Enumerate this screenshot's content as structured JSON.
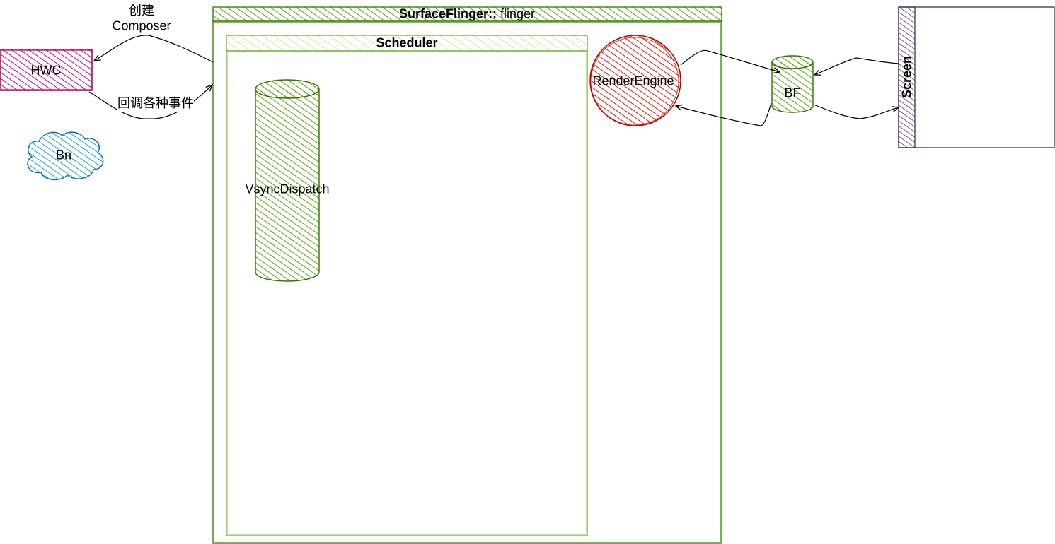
{
  "colors": {
    "green_fill": "#60a917",
    "green_stroke": "#2d7600",
    "pink_fill": "#d80073",
    "pink_stroke": "#a50040",
    "red_fill": "#e51400",
    "red_stroke": "#b20000",
    "blue_fill": "#1ba1e2",
    "blue_stroke": "#006eaf",
    "purple_fill": "#76608a",
    "purple_stroke": "#432d57",
    "edge": "#000000"
  },
  "nodes": {
    "hwc": {
      "label": "HWC"
    },
    "bn": {
      "label": "Bn"
    },
    "surfaceflinger": {
      "title_bold": "SurfaceFlinger::",
      "title_rest": " flinger"
    },
    "scheduler": {
      "title": "Scheduler"
    },
    "vsync": {
      "label": "VsyncDispatch"
    },
    "render_engine": {
      "label": "RenderEngine"
    },
    "bf": {
      "label": "BF"
    },
    "screen": {
      "title": "Screen"
    }
  },
  "edges": {
    "create_composer": {
      "line1": "创建",
      "line2": "Composer"
    },
    "callback_events": {
      "label": "回调各种事件"
    }
  }
}
